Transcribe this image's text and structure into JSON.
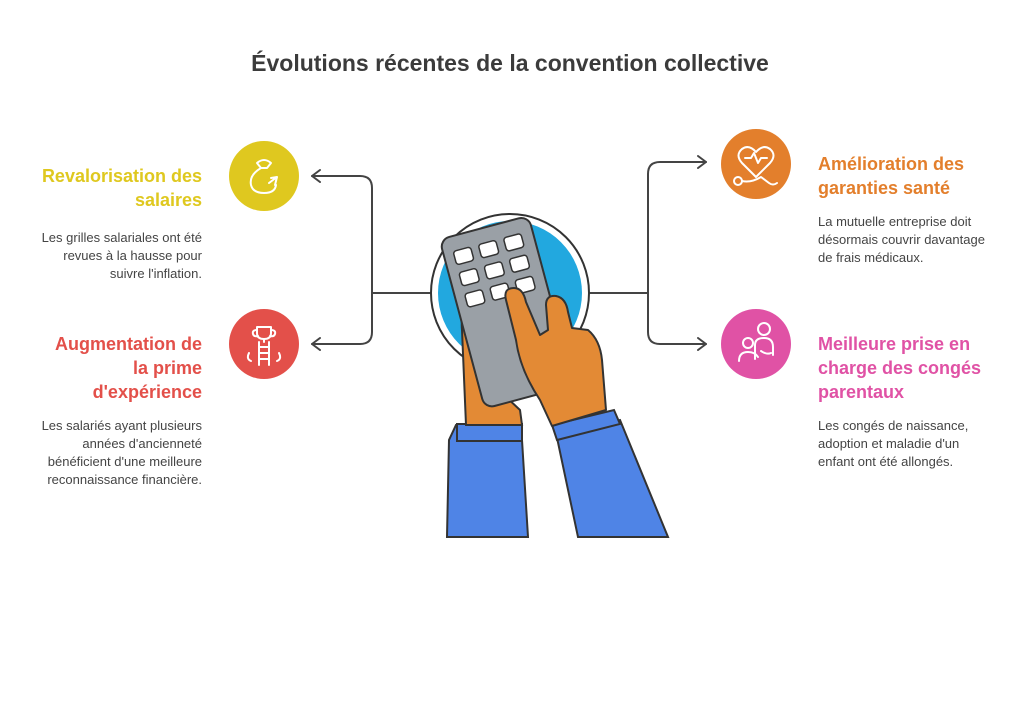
{
  "title": "Évolutions récentes de la convention collective",
  "colors": {
    "salaires": "#dfc81f",
    "experience": "#e3504a",
    "sante": "#e37f2c",
    "conges": "#e052a5",
    "connector": "#444444",
    "sleeve": "#4f84e6",
    "hand": "#e38a35",
    "calculator_circle": "#22a8df"
  },
  "items": {
    "salaires": {
      "title": "Revalorisation des salaires",
      "description": "Les grilles salariales ont été revues à la hausse pour suivre l'inflation.",
      "icon": "money-bag-icon"
    },
    "experience": {
      "title": "Augmentation de la prime d'expérience",
      "description": "Les salariés ayant plusieurs années d'ancienneté bénéficient d'une meilleure reconnaissance financière.",
      "icon": "trophy-ladder-icon"
    },
    "sante": {
      "title": "Amélioration des garanties santé",
      "description": "La mutuelle entreprise doit désormais couvrir davantage de frais médicaux.",
      "icon": "heart-stethoscope-icon"
    },
    "conges": {
      "title": "Meilleure prise en charge des congés parentaux",
      "description": "Les congés de naissance, adoption et maladie d'un enfant ont été allongés.",
      "icon": "parent-child-icon"
    }
  },
  "central_icon": "calculator-hands-icon"
}
